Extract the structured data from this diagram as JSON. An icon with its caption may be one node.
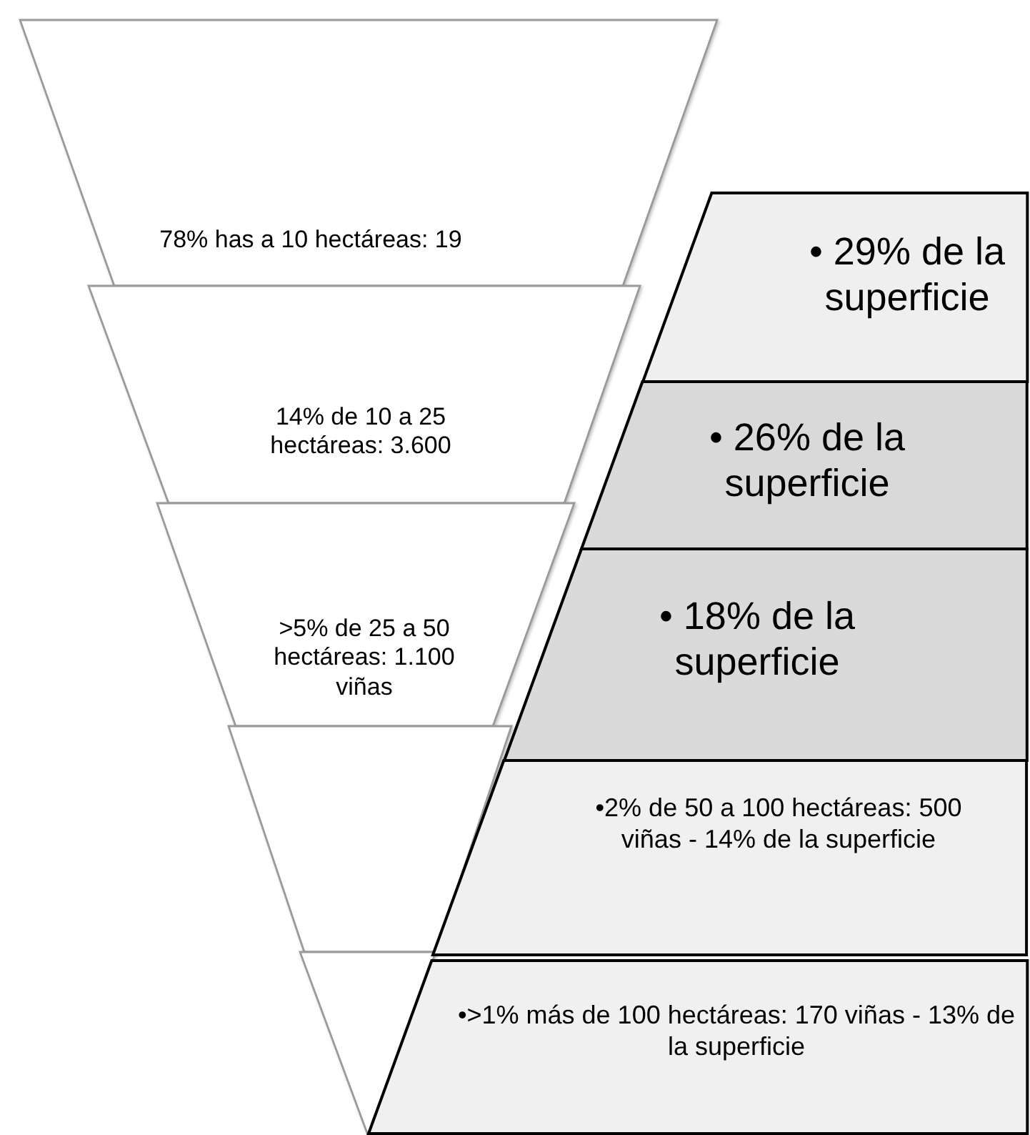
{
  "diagram": {
    "nodes": [
      {
        "text": [
          "78% has a 10 hectáreas: 19"
        ]
      },
      {
        "text": [
          "14% de 10 a 25 hectáreas: 3.600"
        ]
      },
      {
        "text": [
          ">5% de 25 a 50 hectáreas: 1.100 viñas"
        ]
      },
      {
        "text": [],
        "shape": "trapezoid"
      },
      {
        "text": [],
        "shape": "triangle"
      },
      {
        "text": [
          "• 29% de la superficie"
        ]
      },
      {
        "text": [
          "• 26% de la superficie"
        ]
      },
      {
        "text": [
          "• 18% de la superficie"
        ]
      },
      {
        "text": [
          "•2% de 50 a 100 hectáreas: 500 viñas - 14% de la superficie"
        ]
      },
      {
        "text": [
          "•>1% más de 100 hectáreas: 170 viñas - 13% de la superficie"
        ]
      }
    ]
  }
}
